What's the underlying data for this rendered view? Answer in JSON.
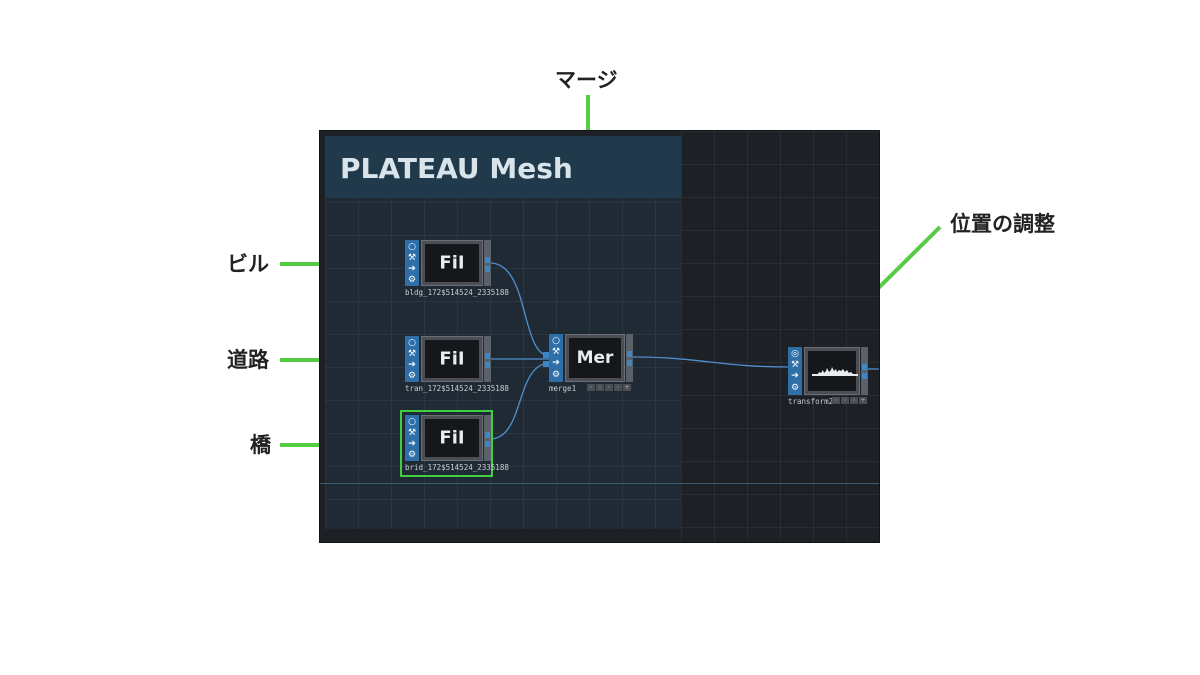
{
  "callouts": {
    "building": "ビル",
    "road": "道路",
    "bridge": "橋",
    "merge": "マージ",
    "transform": "位置の調整"
  },
  "annotation": {
    "title": "PLATEAU Mesh"
  },
  "nodes": {
    "file_bldg": {
      "label": "FiI",
      "caption": "bldg_172$514524_2335188"
    },
    "file_tran": {
      "label": "FiI",
      "caption": "tran_172$514524_2335188"
    },
    "file_brid": {
      "label": "FiI",
      "caption": "brid_172$514524_2335188",
      "selected": true
    },
    "merge": {
      "label": "Mer",
      "caption": "merge1"
    },
    "transform": {
      "label": "",
      "caption": "transform2"
    }
  },
  "colors": {
    "callout_line": "#55cc44",
    "wire": "#4f8fd0",
    "port": "#3f86c7",
    "selection": "#3fcf3f"
  },
  "icons": {
    "strip": [
      "circle-icon",
      "wrench-icon",
      "arrow-right-icon",
      "gear-icon"
    ]
  }
}
